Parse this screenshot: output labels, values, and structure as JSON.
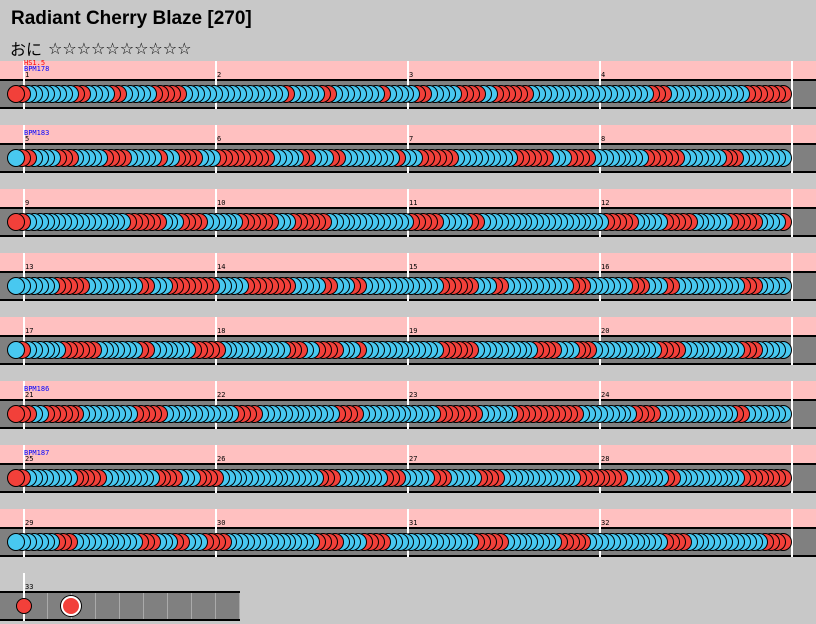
{
  "song": {
    "title": "Radiant Cherry Blaze [270]",
    "difficulty_label": "おに",
    "stars": "☆☆☆☆☆☆☆☆☆☆"
  },
  "colors": {
    "don": "#f2403a",
    "ka": "#48c8f0",
    "lane_bg": "#ffc0c0",
    "track": "#808080",
    "bpm_text": "#0000ff",
    "hs_text": "#ff0000"
  },
  "rows": [
    {
      "measures": [
        "1",
        "2",
        "3",
        "4"
      ],
      "events": [
        {
          "text": "HS1.5",
          "type": "hs"
        },
        {
          "text": "BPM178",
          "type": "bpm"
        }
      ],
      "notes": "DDKKKKKKKKDDKKKKDDKKKKKDDDDDKKKKKKKKKKKKKKKKKDKKKKKDDKKKKKKKKDKKKKKDDKKKKKDDDDKKDDDDDDKKKKKKKKKKKKKKKKKKKKDDDKKKKKKKKKKKKKDDDDDDD"
    },
    {
      "measures": [
        "5",
        "6",
        "7",
        "8"
      ],
      "events": [
        {
          "text": "BPM183",
          "type": "bpm"
        }
      ],
      "notes": "KDDKKKKDDDKKKKKDDDDKKKKKDKKDDDDKKKDDDDDDDDDKKKKKDDKKKDDKKKKKKKKKDKKKDDDDDDKKKKKKKKKKDDDDDDKKKDDDDKKKKKKKKKDDDDDDKKKKKKKDDDKKKKKKKK"
    },
    {
      "measures": [
        "9",
        "10",
        "11",
        "12"
      ],
      "events": [],
      "notes": "DDKKKKKKKKKKKKKKKKKDDDDDDKKKDDDDKKKKKKDDDDDDKKKDDDDDDKKKKKKKKKKKKKKDDDDDKKKKKDDKKKKKKKKKKKKKKKKKKKKKDDDDDKKKKKDDDDDKKKKKKDDDDDKKKKD"
    },
    {
      "measures": [
        "13",
        "14",
        "15",
        "16"
      ],
      "events": [],
      "notes": "KKKKKKKDDDDDKKKKKKKKKDDKKKDDDDDDDDKKKKKDDDDDDDDKKKKKDDKKKDDKKKKKKKKKKKKKDDDDDDKKKDDKKKKKKKKKKKDDDKKKKKKKDDDKKKDDKKKKKKKKKKKDDDKKKKK"
    },
    {
      "measures": [
        "17",
        "18",
        "19",
        "20"
      ],
      "events": [],
      "notes": "KDKKKKKKDDDDDDKKKKKKKDDKKKKKKKDDDDDKKKKKKKKKKKDDDKKDDDDKKKDKKKKKKKKKKKKKDDDDDDKKKKKKKKKKDDDDKKKDDDKKKKKKKKKKKDDDDKKKKKKKKKKDDDKKKKK"
    },
    {
      "measures": [
        "21",
        "22",
        "23",
        "24"
      ],
      "events": [
        {
          "text": "BPM186",
          "type": "bpm"
        }
      ],
      "notes": "DDDKKDDDDDDKKKKKKKKKDDDDDKKKKKKKKKKKKDDDDKKKKKKKKKKKKKDDDDKKKKKKKKKKKKKDDDDDDDKKKKKKDDDDDDDDDDDKKKKKKKKKDDDDKKKKKKKKKKKKKDDKKKKKKK"
    },
    {
      "measures": [
        "25",
        "26",
        "27",
        "28"
      ],
      "events": [
        {
          "text": "BPM187",
          "type": "bpm"
        }
      ],
      "notes": "DDKKKKKKKKDDDDDKKKKKKKKKDDDDKKKDDDDKKKKKKKKKKKKKKKKKDDDKKKKKKKKDDDKKKKKDDDKKKKKDDDDKKKKKKKKKKKKKDDDDDDDDKKKKKKKDDKKKKKKKKKKKDDDDDDDD"
    },
    {
      "measures": [
        "29",
        "30",
        "31",
        "32"
      ],
      "events": [],
      "notes": "KKKKKKKDDDKKKKKKKKKKKDDDKKKDDKKKDDDDKKKKKKKKKKKKKKKDDDDKKKKDDDDKKKKKKKKKKKKKKKDDDDDKKKKKKKKKDDDDDKKKKKKKKKKKKKDDDDKKKKKKKKKKKKKDDDD"
    }
  ],
  "last_row": {
    "measures": [
      "33"
    ]
  }
}
